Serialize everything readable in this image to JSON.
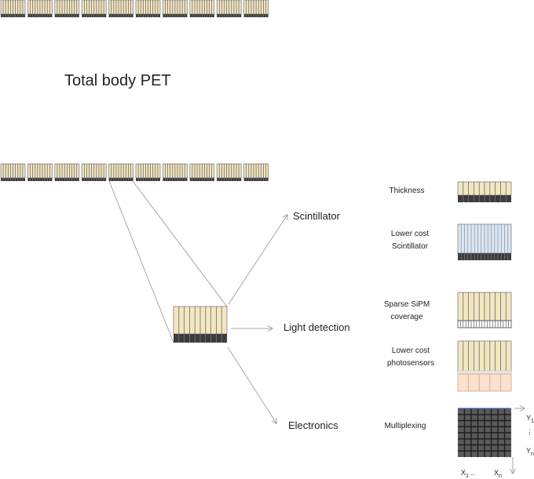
{
  "title": "Total body PET",
  "branches": {
    "scintillator": "Scintillator",
    "light_detection": "Light detection",
    "electronics": "Electronics"
  },
  "options": {
    "thickness": "Thickness",
    "lower_cost_scintillator_1": "Lower cost",
    "lower_cost_scintillator_2": "Scintillator",
    "sparse_sipm_1": "Sparse SiPM",
    "sparse_sipm_2": "coverage",
    "lower_cost_photosensors_1": "Lower cost",
    "lower_cost_photosensors_2": "photosensors",
    "multiplexing": "Multiplexing"
  },
  "axis_labels": {
    "y_first": "Y",
    "y_first_sub": "1",
    "y_dots": "⋮",
    "y_last": "Y",
    "y_last_sub": "n",
    "x_first": "X",
    "x_first_sub": "1",
    "x_dots": "..",
    "x_last": "X",
    "x_last_sub": "n"
  },
  "colors": {
    "crystal": "#f3e6c1",
    "crystal_line": "#5a5a5a",
    "sipm_dark": "#3c3c3c",
    "blue_crystal": "#dce6f2",
    "photosensor": "#fbe0cc",
    "grid_dark": "#595959",
    "arrow": "#a6a6a6"
  }
}
